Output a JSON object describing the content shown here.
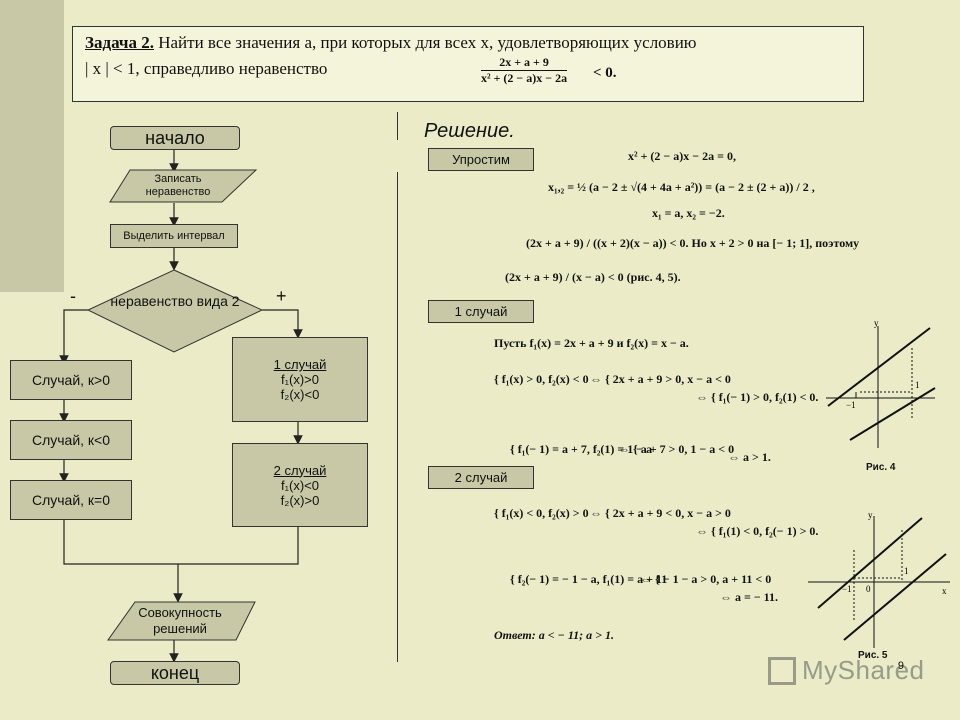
{
  "task": {
    "label": "Задача 2.",
    "line1": "Найти все значения а, при которых для всех х, удовлетворяющих условию",
    "line2": "| х | < 1, справедливо неравенство",
    "frac_num": "2x + a + 9",
    "frac_den": "x² + (2 − a)x − 2a",
    "frac_rel": "< 0."
  },
  "flowchart": {
    "start": "начало",
    "write": "Записать неравенство",
    "interval": "Выделить интервал",
    "decision": "неравенство вида 2",
    "minus": "-",
    "plus": "+",
    "case_k_pos": "Случай, к>0",
    "case_k_neg": "Случай, к<0",
    "case_k_zero": "Случай, к=0",
    "case1_title": "1 случай",
    "case1_l1": "f₁(х)>0",
    "case1_l2": "f₂(х)<0",
    "case2_title": "2 случай",
    "case2_l1": "f₁(х)<0",
    "case2_l2": "f₂(х)>0",
    "aggregate": "Совокупность решений",
    "end": "конец"
  },
  "solution": {
    "heading": "Решение.",
    "simplify": "Упростим",
    "case1": "1 случай",
    "case2": "2 случай",
    "m1": "x² + (2 − a)x − 2a = 0,",
    "m2": "x₁,₂ = ½ (a − 2 ± √(4 + 4a + a²)) = (a − 2 ± (2 + a)) / 2 ,",
    "m3": "x₁ = a,  x₂ = −2.",
    "m4": "(2x + a + 9) / ((x + 2)(x − a)) < 0.  Но  x + 2 > 0 на [− 1; 1],  поэтому",
    "m5": "(2x + a + 9) / (x − a) < 0  (рис. 4, 5).",
    "m6": "Пусть f₁(x) = 2x + a + 9 и f₂(x) = x − a.",
    "m7a": "{ f₁(x) > 0,  f₂(x) < 0",
    "m7b": "⇔ { 2x + a + 9 > 0,  x − a < 0",
    "m7c": "⇔ { f₁(− 1) > 0,  f₂(1) < 0.",
    "m8a": "{ f₁(− 1) = a + 7,  f₂(1) = 1 − a",
    "m8b": "⇔ { a + 7 > 0,  1 − a < 0",
    "m8c": "⇔ a > 1.",
    "m9a": "{ f₁(x) < 0,  f₂(x) > 0",
    "m9b": "⇔ { 2x + a + 9 < 0,  x − a > 0",
    "m9c": "⇔ { f₁(1) < 0,  f₂(− 1) > 0.",
    "m10a": "{ f₂(− 1) = − 1 − a,  f₁(1) = a + 11",
    "m10b": "⇔ { − 1 − a > 0,  a + 11 < 0",
    "m10c": "⇔ a = − 11.",
    "answer": "Ответ: a < − 11;  a > 1.",
    "fig4": "Рис. 4",
    "fig5": "Рис. 5",
    "axis_y": "y",
    "axis_x": "x",
    "tick_m1": "−1",
    "tick_0": "0",
    "tick_1": "1"
  },
  "page_number": "9",
  "watermark": "MyShared",
  "colors": {
    "background": "#ebebc8",
    "box_fill": "#c8c8a6",
    "sidebar": "#c8c8a6"
  }
}
